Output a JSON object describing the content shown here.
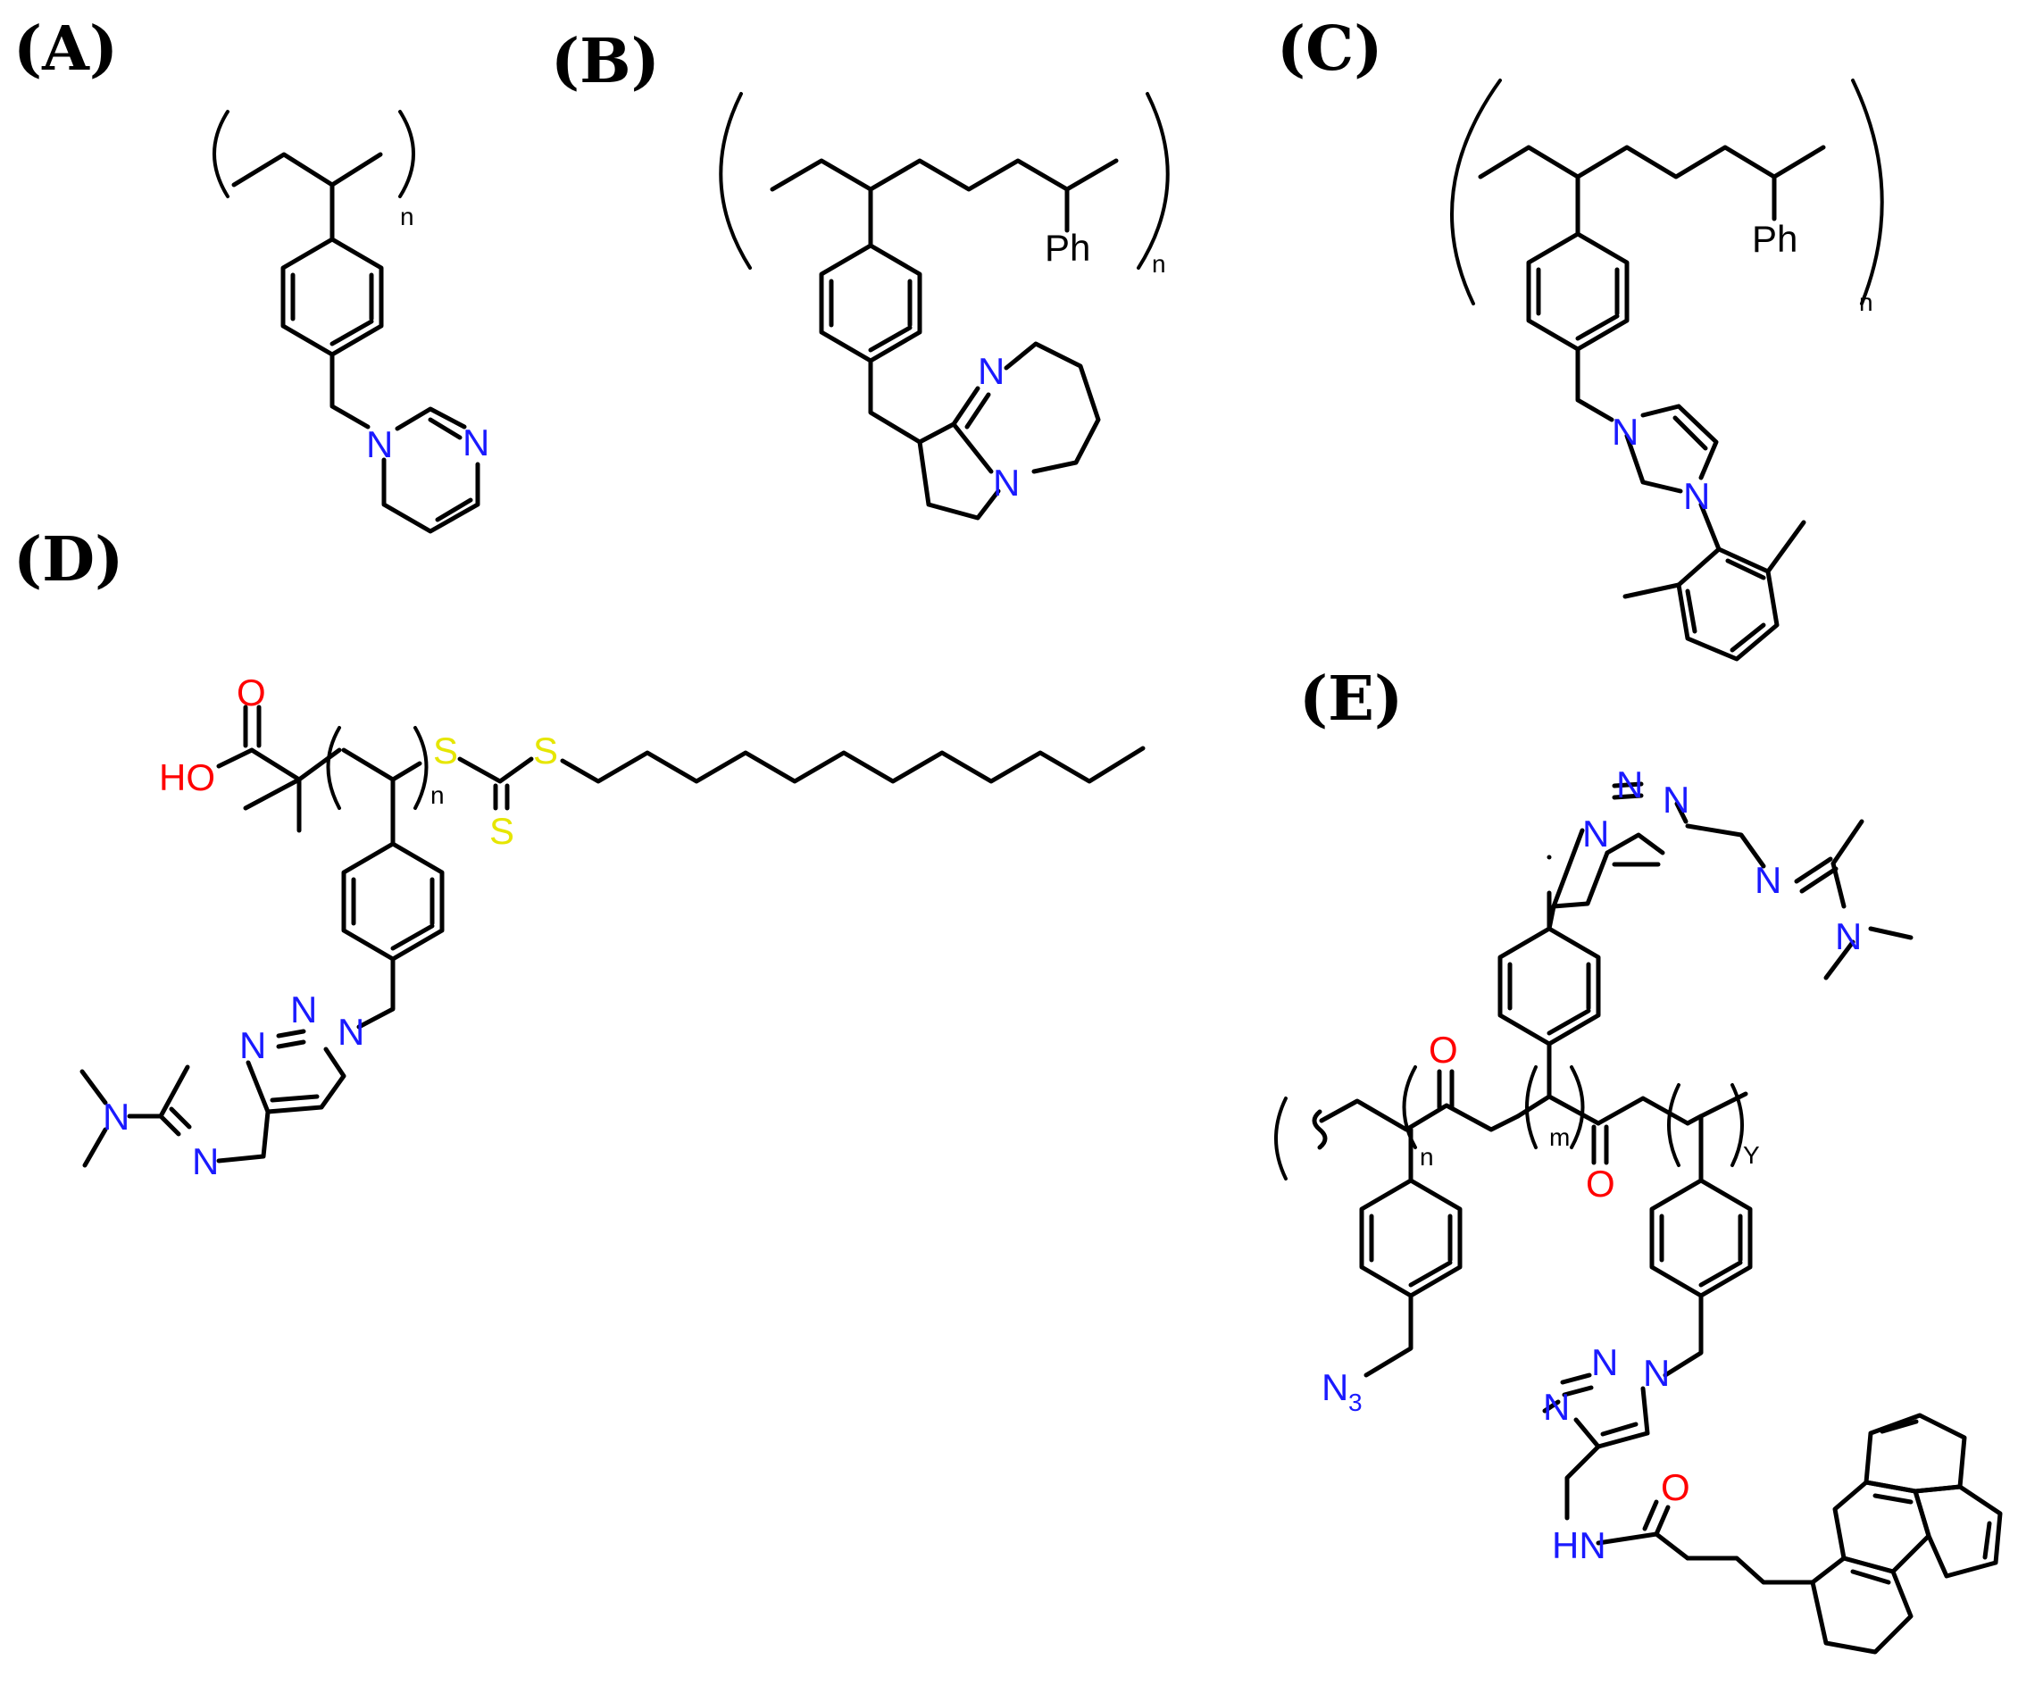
{
  "panels": {
    "a": "(A)",
    "b": "(B)",
    "c": "(C)",
    "d": "(D)",
    "e": "(E)"
  },
  "atoms": {
    "N": "N",
    "O": "O",
    "S": "S",
    "HO": "HO",
    "HN": "HN",
    "Ph": "Ph",
    "N3_main": "N",
    "N3_sub": "3"
  },
  "subscripts": {
    "n": "n",
    "m": "m",
    "y": "Y"
  },
  "colors": {
    "bond": "#000000",
    "nitrogen": "#1a1aff",
    "oxygen": "#ff0000",
    "sulfur": "#e6e600"
  }
}
